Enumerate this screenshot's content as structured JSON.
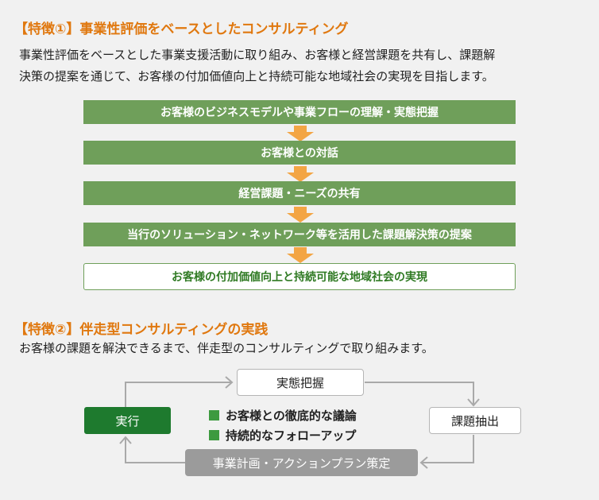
{
  "feature1": {
    "heading": "【特徴①】事業性評価をベースとしたコンサルティング",
    "desc_line1": "事業性評価をベースとした事業支援活動に取り組み、お客様と経営課題を共有し、課題解",
    "desc_line2": "決策の提案を通じて、お客様の付加価値向上と持続可能な地域社会の実現を目指します。",
    "steps": [
      "お客様のビジネスモデルや事業フローの理解・実態把握",
      "お客様との対話",
      "経営課題・ニーズの共有",
      "当行のソリューション・ネットワーク等を活用した課題解決策の提案"
    ],
    "result": "お客様の付加価値向上と持続可能な地域社会の実現"
  },
  "feature2": {
    "heading": "【特徴②】伴走型コンサルティングの実践",
    "desc": "お客様の課題を解決できるまで、伴走型のコンサルティングで取り組みます。",
    "cycle": {
      "top": "実態把握",
      "right": "課題抽出",
      "bottom": "事業計画・アクションプラン策定",
      "left": "実行"
    },
    "bullets": [
      "お客様との徹底的な議論",
      "持続的なフォローアップ"
    ]
  },
  "colors": {
    "heading_orange": "#e0780f",
    "step_green": "#6f9f5a",
    "arrow_orange": "#f3a544",
    "execute_green": "#1e7a2e",
    "plan_gray": "#9b9b9b"
  }
}
